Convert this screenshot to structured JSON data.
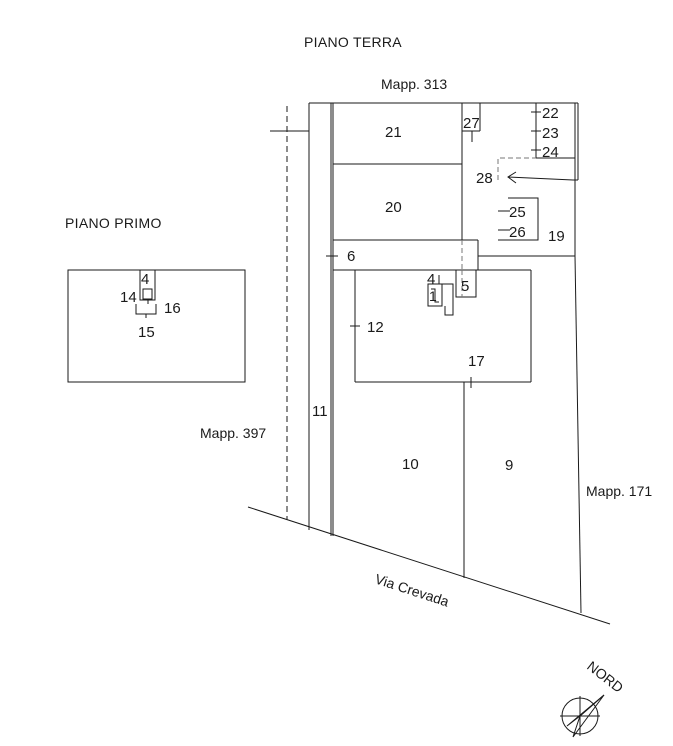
{
  "headings": {
    "ground_floor": "PIANO TERRA",
    "first_floor": "PIANO PRIMO"
  },
  "parcels": {
    "north": "Mapp. 313",
    "west": "Mapp. 397",
    "east": "Mapp. 171"
  },
  "street": "Via Crevada",
  "compass": {
    "label": "NORD"
  },
  "units": {
    "u4a": "4",
    "u14": "14",
    "u16": "16",
    "u15": "15",
    "u21": "21",
    "u27": "27",
    "u22": "22",
    "u23": "23",
    "u24": "24",
    "u28": "28",
    "u20": "20",
    "u25": "25",
    "u26": "26",
    "u19": "19",
    "u6": "6",
    "u4b": "4",
    "u1": "1",
    "u5": "5",
    "u12": "12",
    "u17": "17",
    "u11": "11",
    "u10": "10",
    "u9": "9"
  }
}
